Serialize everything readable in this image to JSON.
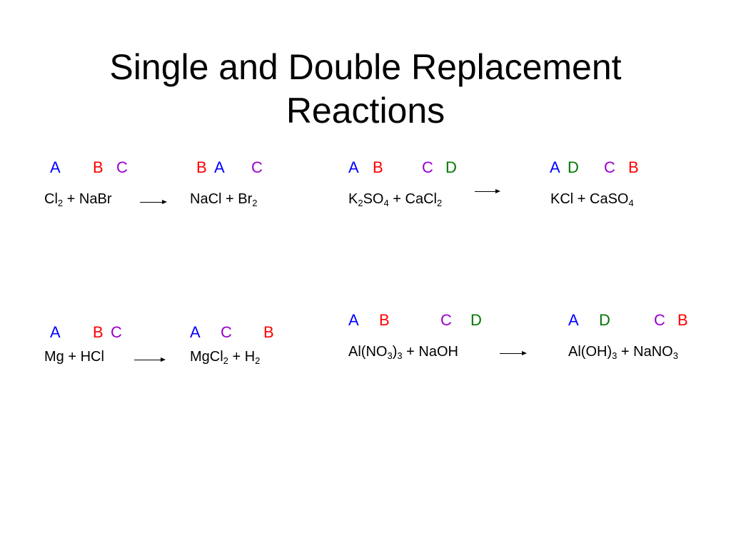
{
  "title": {
    "line1": "Single and Double Replacement",
    "line2": "Reactions"
  },
  "colors": {
    "A": "#0000ff",
    "B": "#ff0000",
    "C": "#9900cc",
    "D": "#007700"
  },
  "letters": {
    "A": "A",
    "B": "B",
    "C": "C",
    "D": "D"
  },
  "eq1": {
    "r_a": "Cl",
    "r_a_sub": "2",
    "r_b": " + NaBr",
    "p_a": "NaCl + Br",
    "p_a_sub": "2"
  },
  "eq2": {
    "r_a": "K",
    "r_a_sub": "2",
    "r_b": "SO",
    "r_b_sub": "4",
    "r_c": " + CaCl",
    "r_c_sub": "2",
    "p_a": "KCl + CaSO",
    "p_a_sub": "4"
  },
  "eq3": {
    "r_a": "Mg + HCl",
    "p_a": "MgCl",
    "p_a_sub": "2",
    "p_b": " + H",
    "p_b_sub": "2"
  },
  "eq4": {
    "r_a": "Al(NO",
    "r_a_sub": "3",
    "r_b": ")",
    "r_b_sub": "3",
    "r_c": " + NaOH",
    "p_a": "Al(OH)",
    "p_a_sub": "3",
    "p_b": " + NaNO",
    "p_b_sub": "3"
  }
}
